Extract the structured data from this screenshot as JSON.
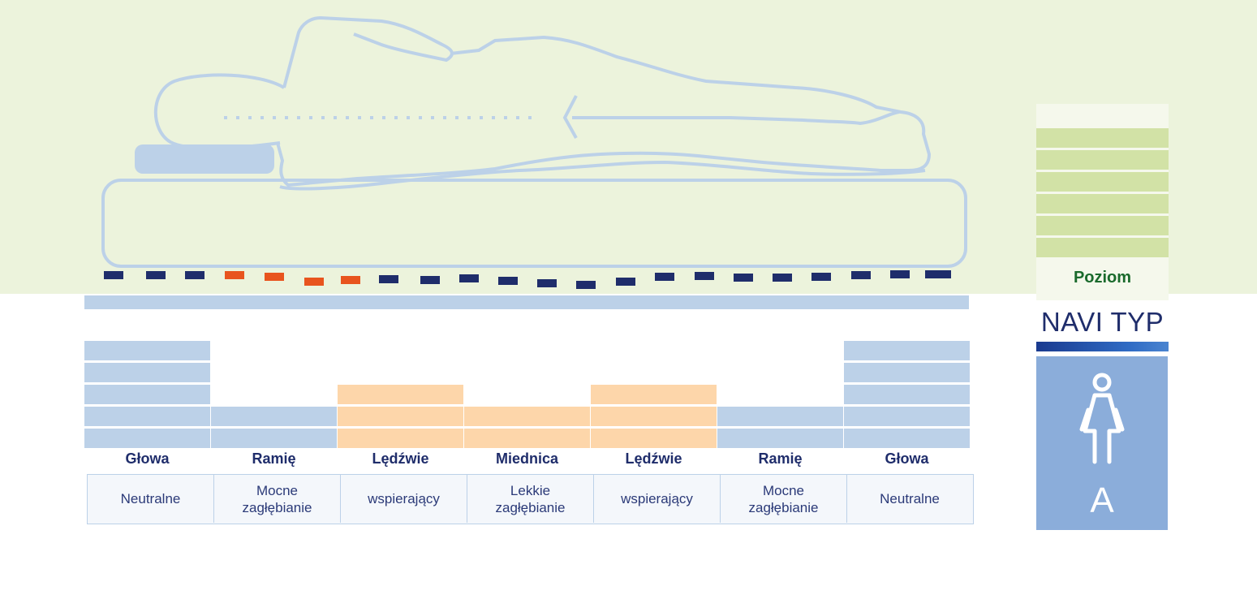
{
  "colors": {
    "background_top": "#ecf3dc",
    "outline": "#bcd1e8",
    "zone_blue": "#bcd1e8",
    "zone_orange": "#fdd6aa",
    "dash_navy": "#1f2d6b",
    "dash_orange": "#e8541e",
    "level_green": "#d2e2a6",
    "level_text": "#1a6a2c",
    "title_navy": "#1f2d6b",
    "card_blue": "#8badda"
  },
  "zones": [
    {
      "label": "Głowa",
      "description": "Neutralne",
      "level": 5,
      "tone": "blue"
    },
    {
      "label": "Ramię",
      "description": "Mocne\nzagłębianie",
      "level": 2,
      "tone": "blue"
    },
    {
      "label": "Lędźwie",
      "description": "wspierający",
      "level": 3,
      "tone": "orange"
    },
    {
      "label": "Miednica",
      "description": "Lekkie\nzagłębianie",
      "level": 2,
      "tone": "orange"
    },
    {
      "label": "Lędźwie",
      "description": "wspierający",
      "level": 3,
      "tone": "orange"
    },
    {
      "label": "Ramię",
      "description": "Mocne\nzagłębianie",
      "level": 2,
      "tone": "blue"
    },
    {
      "label": "Głowa",
      "description": "Neutralne",
      "level": 5,
      "tone": "blue"
    }
  ],
  "level_indicator": {
    "label": "Poziom",
    "filled": 6,
    "total": 6
  },
  "navi": {
    "title": "NAVI TYP",
    "type_letter": "A",
    "figure_icon": "woman-figure-icon"
  }
}
